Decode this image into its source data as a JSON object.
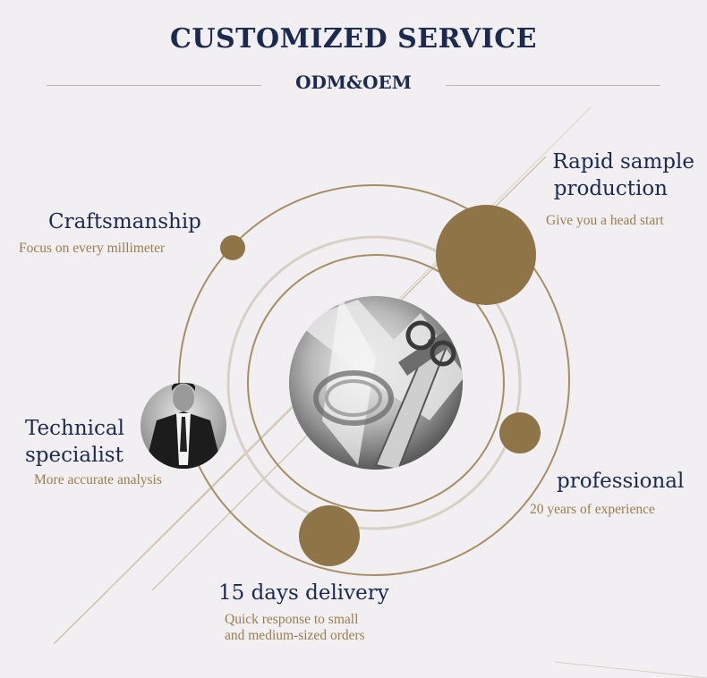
{
  "header": {
    "title": "CUSTOMIZED SERVICE",
    "subtitle": "ODM&OEM"
  },
  "features": {
    "rapid": {
      "title_line1": "Rapid sample",
      "title_line2": "production",
      "subtitle": "Give you a head start"
    },
    "craft": {
      "title": "Craftsmanship",
      "subtitle": "Focus on every millimeter"
    },
    "technical": {
      "title_line1": "Technical",
      "title_line2": "specialist",
      "subtitle": "More accurate analysis"
    },
    "professional": {
      "title": "professional",
      "subtitle": "20 years of experience"
    },
    "delivery": {
      "title": "15 days delivery",
      "subtitle_line1": "Quick response to small",
      "subtitle_line2": "and medium-sized orders"
    }
  },
  "colors": {
    "background": "#f1eff1",
    "navy": "#1b2a4e",
    "gold": "#8e7447",
    "accent_text": "#9a7d4f"
  }
}
